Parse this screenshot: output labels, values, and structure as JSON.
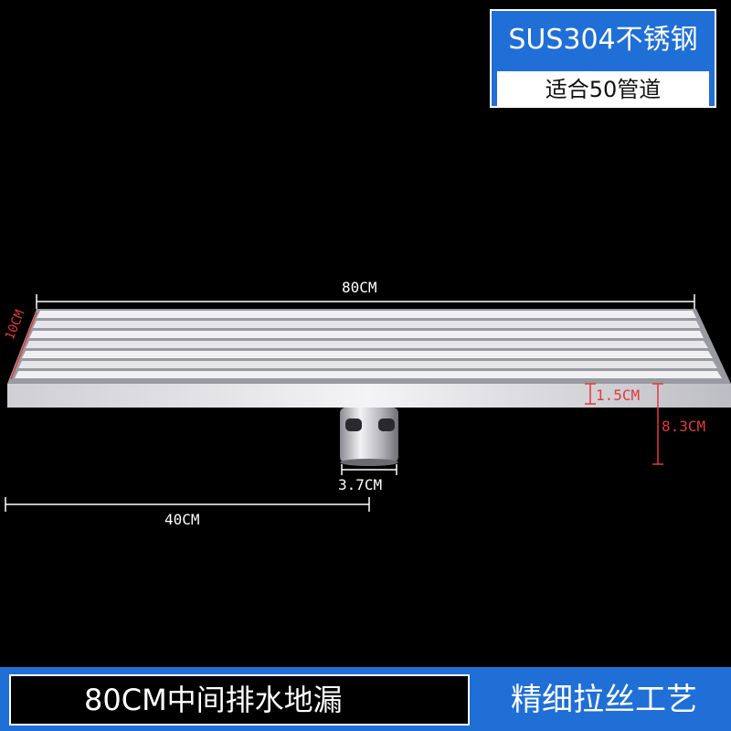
{
  "spec": {
    "material": "SUS304不锈钢",
    "fit": "适合50管道"
  },
  "dimensions": {
    "length": "80CM",
    "width": "10CM",
    "half_length": "40CM",
    "pipe_diameter": "3.7CM",
    "edge_height": "1.5CM",
    "total_height": "8.3CM"
  },
  "footer": {
    "product": "80CM中间排水地漏",
    "feature": "精细拉丝工艺"
  },
  "colors": {
    "accent_blue": "#1f6fd6",
    "dimension_red": "#e23a3a",
    "background": "#000000"
  }
}
